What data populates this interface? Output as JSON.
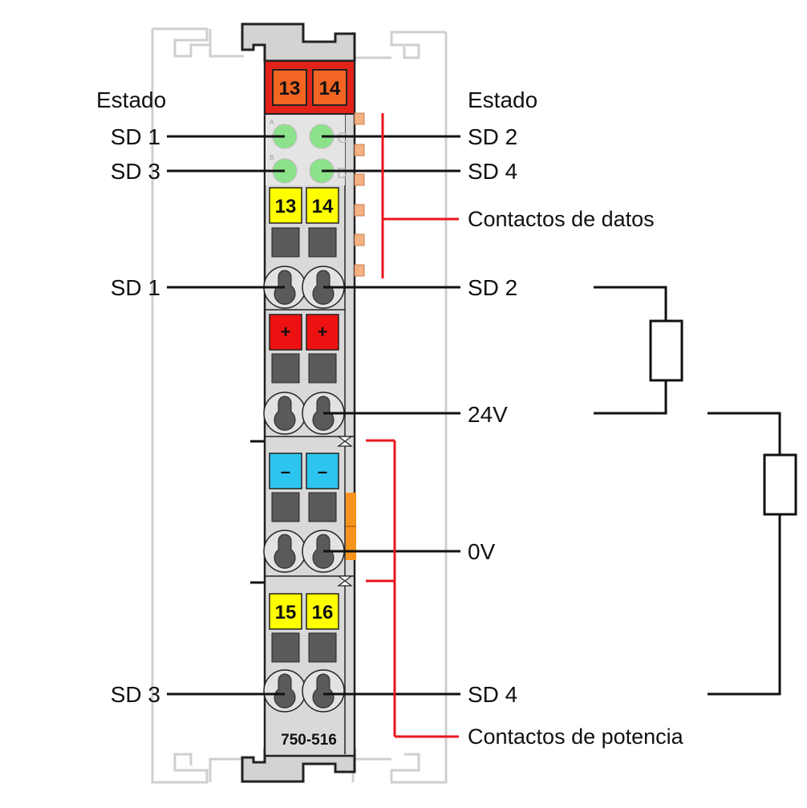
{
  "labels": {
    "status_left": "Estado",
    "status_right": "Estado",
    "led_sd1": "SD 1",
    "led_sd2": "SD 2",
    "led_sd3": "SD 3",
    "led_sd4": "SD 4",
    "data_contacts": "Contactos de datos",
    "clamp_sd1": "SD 1",
    "clamp_sd2": "SD 2",
    "clamp_24v": "24V",
    "clamp_0v": "0V",
    "clamp_sd3": "SD 3",
    "clamp_sd4": "SD 4",
    "power_contacts": "Contactos de potencia"
  },
  "module": {
    "top_left": "13",
    "top_right": "14",
    "slot1_left": "13",
    "slot1_right": "14",
    "plus_left": "+",
    "plus_right": "+",
    "minus_left": "–",
    "minus_right": "–",
    "slot4_left": "15",
    "slot4_right": "16",
    "model": "750-516",
    "led_letter_c": "C",
    "led_letter_d": "D",
    "led_letter_a": "A",
    "led_letter_b": "B"
  },
  "colors": {
    "module_body": "#d9d9d9",
    "top_strip": "#e2231a",
    "top_label": "#f26522",
    "led_green": "#8be28b",
    "yellow_slot": "#ffff00",
    "red_slot": "#ee1111",
    "blue_slot": "#2ec4f0",
    "contact_red": "#e8161d",
    "orange_contact": "#f7941d"
  }
}
